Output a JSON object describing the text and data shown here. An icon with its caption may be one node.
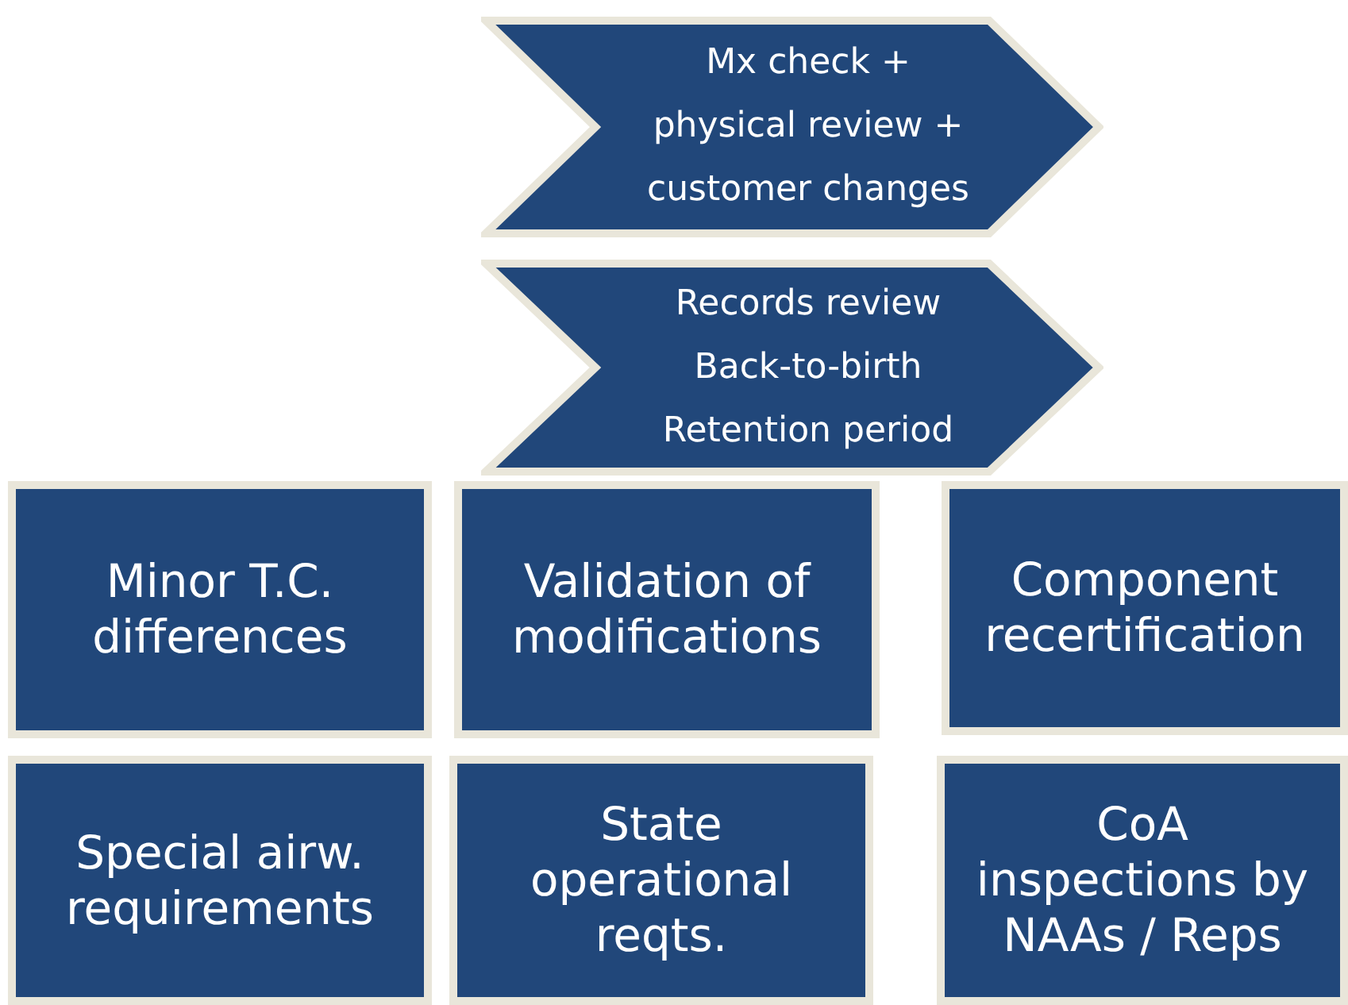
{
  "diagram": {
    "nodes": [
      {
        "text": [
          "Mx check +",
          "physical review +",
          "customer changes"
        ]
      },
      {
        "text": [
          "Records review",
          "Back-to-birth",
          "Retention period"
        ]
      },
      {
        "text": [
          "Minor T.C. differences"
        ]
      },
      {
        "text": [
          "Validation of modifications"
        ]
      },
      {
        "text": [
          "Component recertification"
        ]
      },
      {
        "text": [
          "Special airw. requirements"
        ]
      },
      {
        "text": [
          "State operational reqts."
        ]
      },
      {
        "text": [
          "CoA inspections by NAAs / Reps"
        ]
      }
    ]
  }
}
